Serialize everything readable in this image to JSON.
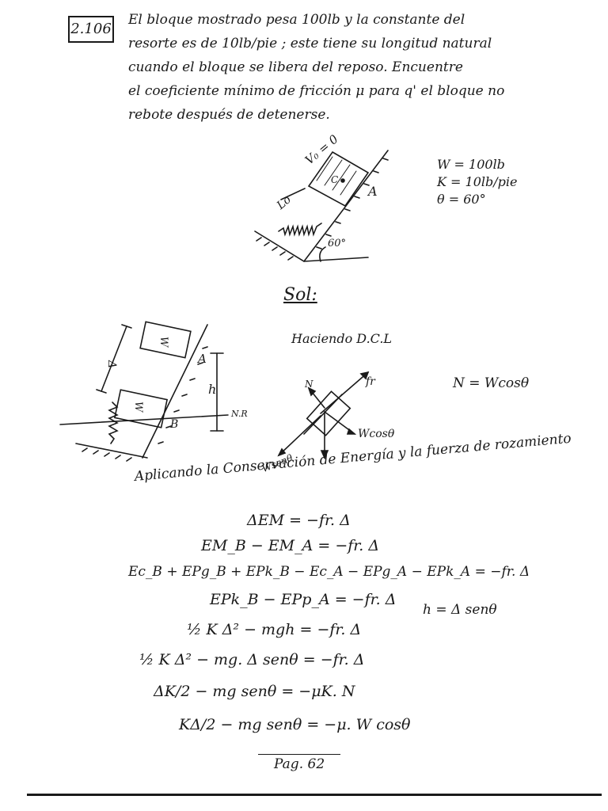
{
  "problem": {
    "number": "2.106",
    "statement": [
      "El bloque mostrado pesa 100lb y la constante del",
      "resorte es de 10lb/pie ; este tiene su longitud natural",
      "cuando el bloque se libera del reposo. Encuentre",
      "el coeficiente mínimo de fricción μ para q' el bloque no",
      "rebote después de detenerse."
    ]
  },
  "given": {
    "w": "W = 100lb",
    "k": "K = 10lb/pie",
    "theta": "θ = 60°"
  },
  "figure1": {
    "v0": "V₀ = 0",
    "lo": "Lo",
    "a": "A",
    "angle": "60°",
    "c": "C"
  },
  "solution": {
    "title": "Sol:",
    "dcl": "Haciendo D.C.L",
    "normal_eq": "N = Wcosθ",
    "intro": "Aplicando la Conservación de Energía y la fuerza de rozamiento",
    "h_eq": "h = Δ senθ",
    "equations": [
      "ΔEM = −fr. Δ",
      "EM_B − EM_A = −fr. Δ",
      "Ec_B + EPg_B + EPk_B − Ec_A − EPg_A − EPk_A = −fr. Δ",
      "EPk_B − EPp_A = −fr. Δ",
      "½ K Δ² − mgh = −fr. Δ",
      "½ K Δ² − mg. Δ senθ = −fr. Δ",
      "ΔK/2 − mg senθ = −μK. N",
      "KΔ/2 − mg senθ = −μ. W cosθ"
    ]
  },
  "figure2": {
    "w_top": "W",
    "w_bottom": "W",
    "delta": "Δ",
    "a": "A",
    "b": "B",
    "h": "h",
    "nr": "N.R"
  },
  "fbd": {
    "n": "N",
    "fr": "fr",
    "wcos": "Wcosθ",
    "wsen": "Wsenθ"
  },
  "page": "Pag. 62"
}
